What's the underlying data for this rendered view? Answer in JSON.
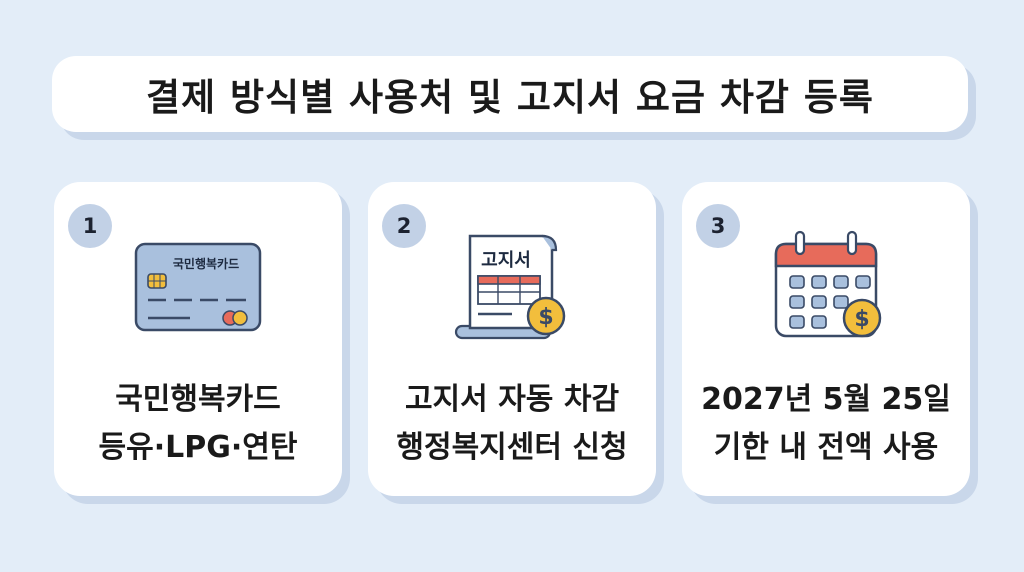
{
  "title": "결제 방식별 사용처 및 고지서 요금 차감 등록",
  "cards": [
    {
      "number": "1",
      "illustration_icon": "credit-card-icon",
      "card_label": "국민행복카드",
      "line1": "국민행복카드",
      "line2": "등유·LPG·연탄"
    },
    {
      "number": "2",
      "illustration_icon": "bill-document-icon",
      "bill_label": "고지서",
      "line1": "고지서 자동 차감",
      "line2": "행정복지센터 신청"
    },
    {
      "number": "3",
      "illustration_icon": "calendar-icon",
      "line1": "2027년 5월 25일",
      "line2": "기한 내 전액 사용"
    }
  ],
  "colors": {
    "background": "#e3edf8",
    "card": "#ffffff",
    "badge": "#c2d1e6",
    "accent_red": "#e76b5b",
    "coin_gold": "#f2be3c",
    "card_blue": "#a9c0dd"
  }
}
